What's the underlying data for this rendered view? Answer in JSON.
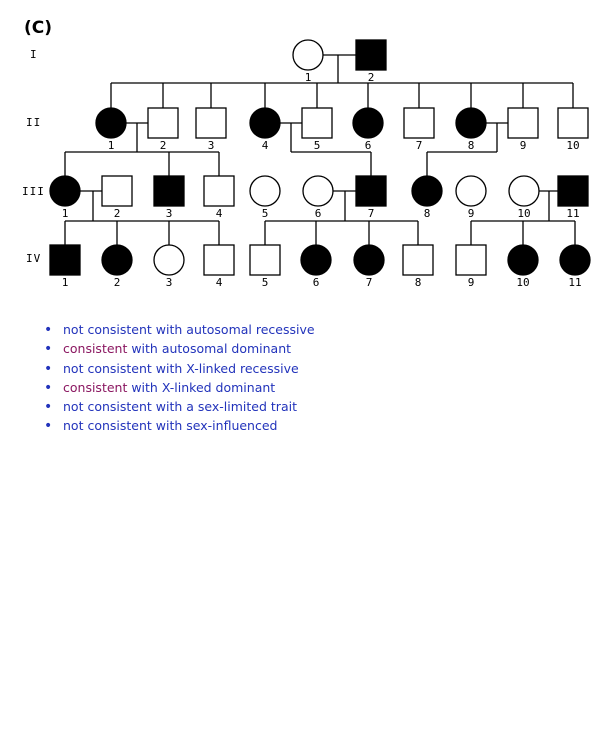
{
  "panel_label": "(C)",
  "generations": [
    "I",
    "II",
    "III",
    "IV"
  ],
  "pedigree": {
    "I": [
      {
        "n": "1",
        "sex": "female",
        "affected": false
      },
      {
        "n": "2",
        "sex": "male",
        "affected": true
      }
    ],
    "II": [
      {
        "n": "1",
        "sex": "female",
        "affected": true
      },
      {
        "n": "2",
        "sex": "male",
        "affected": false
      },
      {
        "n": "3",
        "sex": "male",
        "affected": false
      },
      {
        "n": "4",
        "sex": "female",
        "affected": true
      },
      {
        "n": "5",
        "sex": "male",
        "affected": false
      },
      {
        "n": "6",
        "sex": "female",
        "affected": true
      },
      {
        "n": "7",
        "sex": "male",
        "affected": false
      },
      {
        "n": "8",
        "sex": "female",
        "affected": true
      },
      {
        "n": "9",
        "sex": "male",
        "affected": false
      },
      {
        "n": "10",
        "sex": "male",
        "affected": false
      }
    ],
    "III": [
      {
        "n": "1",
        "sex": "female",
        "affected": true
      },
      {
        "n": "2",
        "sex": "male",
        "affected": false
      },
      {
        "n": "3",
        "sex": "male",
        "affected": true
      },
      {
        "n": "4",
        "sex": "male",
        "affected": false
      },
      {
        "n": "5",
        "sex": "female",
        "affected": false
      },
      {
        "n": "6",
        "sex": "female",
        "affected": false
      },
      {
        "n": "7",
        "sex": "male",
        "affected": true
      },
      {
        "n": "8",
        "sex": "female",
        "affected": true
      },
      {
        "n": "9",
        "sex": "female",
        "affected": false
      },
      {
        "n": "10",
        "sex": "female",
        "affected": false
      },
      {
        "n": "11",
        "sex": "male",
        "affected": true
      }
    ],
    "IV": [
      {
        "n": "1",
        "sex": "male",
        "affected": true
      },
      {
        "n": "2",
        "sex": "female",
        "affected": true
      },
      {
        "n": "3",
        "sex": "female",
        "affected": false
      },
      {
        "n": "4",
        "sex": "male",
        "affected": false
      },
      {
        "n": "5",
        "sex": "male",
        "affected": false
      },
      {
        "n": "6",
        "sex": "female",
        "affected": true
      },
      {
        "n": "7",
        "sex": "female",
        "affected": true
      },
      {
        "n": "8",
        "sex": "male",
        "affected": false
      },
      {
        "n": "9",
        "sex": "male",
        "affected": false
      },
      {
        "n": "10",
        "sex": "female",
        "affected": true
      },
      {
        "n": "11",
        "sex": "female",
        "affected": true
      }
    ]
  },
  "conclusions": [
    {
      "verdict": "not consistent",
      "consistent": false,
      "rest": " with autosomal recessive"
    },
    {
      "verdict": "consistent",
      "consistent": true,
      "rest": " with autosomal dominant"
    },
    {
      "verdict": "not consistent",
      "consistent": false,
      "rest": " with X-linked recessive"
    },
    {
      "verdict": "consistent",
      "consistent": true,
      "rest": " with X-linked dominant"
    },
    {
      "verdict": "not consistent",
      "consistent": false,
      "rest": " with a sex-limited trait"
    },
    {
      "verdict": "not consistent",
      "consistent": false,
      "rest": " with sex-influenced"
    }
  ],
  "colors": {
    "not_consistent": "#2233bb",
    "consistent": "#8a1660",
    "affected_fill": "#000000",
    "unaffected_fill": "#ffffff"
  }
}
